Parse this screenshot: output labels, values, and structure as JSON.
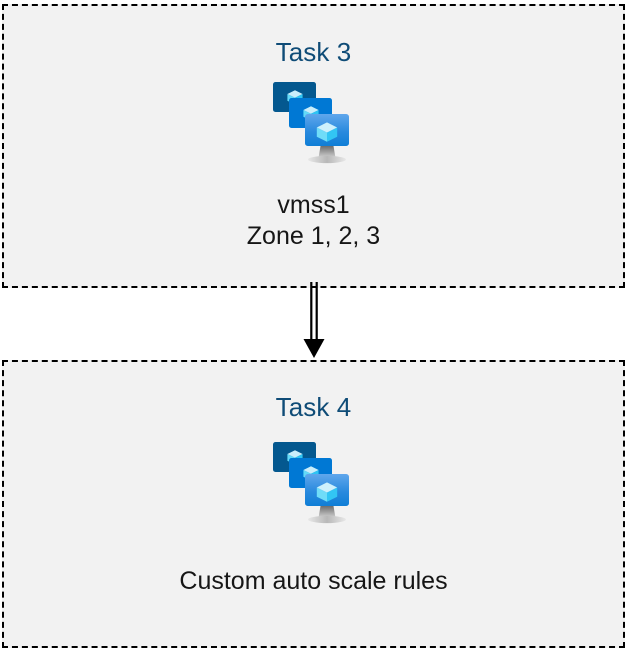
{
  "diagram": {
    "background_color": "#ffffff",
    "box_fill_color": "#f2f2f2",
    "box_border_color": "#000000",
    "heading_color": "#0f4c77",
    "caption_color": "#161616",
    "connector": {
      "name": "double-line-down-arrow",
      "direction": "down",
      "color": "#000000",
      "from": "Task 3",
      "to": "Task 4"
    },
    "boxes": [
      {
        "id": "task-3",
        "heading": "Task 3",
        "icon": "azure-vm-scale-set-icon",
        "captions": [
          "vmss1",
          "Zone 1, 2, 3"
        ]
      },
      {
        "id": "task-4",
        "heading": "Task 4",
        "icon": "azure-vm-scale-set-icon",
        "captions": [
          "Custom auto scale rules"
        ]
      }
    ],
    "icon_colors": {
      "monitor_back": "#04588f",
      "monitor_mid": "#0078d4",
      "monitor_front_top": "#55a2ea",
      "monitor_front_bottom": "#0f7ed6",
      "cube_light": "#c3ecfb",
      "cube_mid": "#59d9f7",
      "cube_dark": "#32c5f4",
      "stand": "#a3a3a3"
    }
  }
}
